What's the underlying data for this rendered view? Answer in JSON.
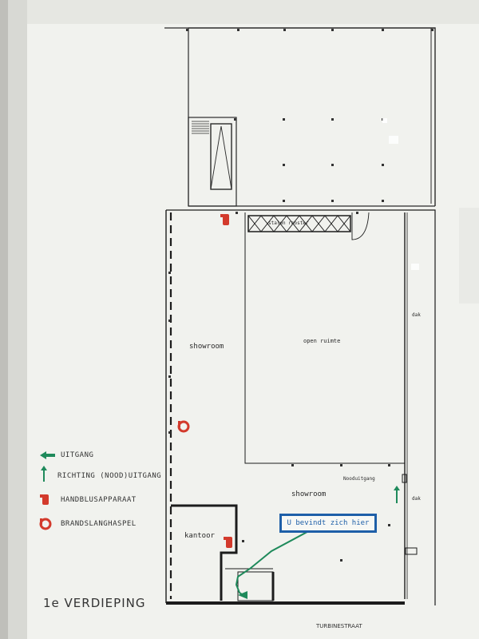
{
  "floor_label": "1e VERDIEPING",
  "street_label": "TURBINESTRAAT",
  "you_are_here": "U bevindt zich hier",
  "rooms": {
    "showroom_left": "showroom",
    "showroom_bottom": "showroom",
    "open_space": "open ruimte",
    "office": "kantoor",
    "steel_grid": "stalen rooster",
    "roof_upper": "dak",
    "roof_lower": "dak",
    "emergency_exit": "Nooduitgang"
  },
  "legend": {
    "exit": "UITGANG",
    "emergency_direction": "RICHTING (NOOD)UITGANG",
    "extinguisher": "HANDBLUSAPPARAAT",
    "hose_reel": "BRANDSLANGHASPEL"
  },
  "colors": {
    "wall": "#1c1c1c",
    "exit_green": "#1f8a5b",
    "fire_red": "#d33a2c",
    "info_blue": "#1e5fa8",
    "paper": "#f3f4f0"
  }
}
